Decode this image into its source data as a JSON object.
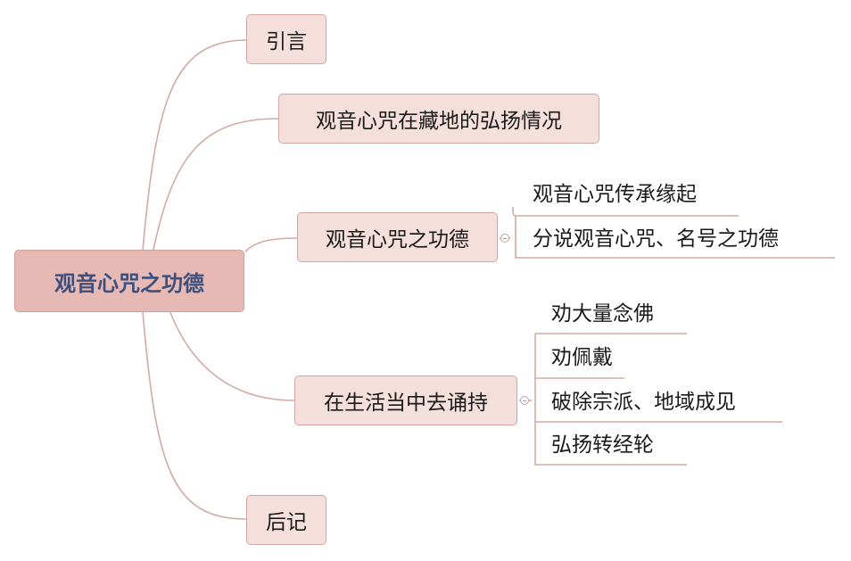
{
  "root": {
    "label": "观音心咒之功德"
  },
  "branches": [
    {
      "label": "引言"
    },
    {
      "label": "观音心咒在藏地的弘扬情况"
    },
    {
      "label": "观音心咒之功德",
      "children": [
        "观音心咒传承缘起",
        "分说观音心咒、名号之功德"
      ]
    },
    {
      "label": "在生活当中去诵持",
      "children": [
        "劝大量念佛",
        "劝佩戴",
        "破除宗派、地域成见",
        "弘扬转经轮"
      ]
    },
    {
      "label": "后记"
    }
  ],
  "colors": {
    "root_fill": "#e6b9b5",
    "node_fill": "#f4dfdc",
    "connector": "#d3aaa5",
    "root_text": "#3d4f7c"
  }
}
